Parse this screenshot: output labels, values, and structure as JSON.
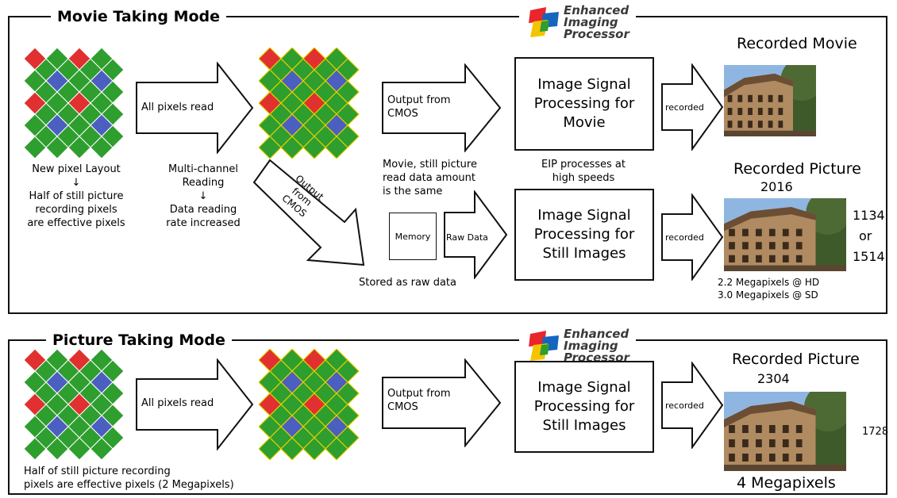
{
  "movie": {
    "title": "Movie Taking Mode",
    "logo": {
      "line1": "Enhanced",
      "line2": "Imaging",
      "line3": "Processor"
    },
    "sensor_caption": [
      "New pixel Layout",
      "↓",
      "Half of still picture",
      "recording pixels",
      "are effective pixels"
    ],
    "all_pixels_read": "All pixels read",
    "multichannel_caption": [
      "Multi-channel",
      "Reading",
      "↓",
      "Data reading",
      "rate increased"
    ],
    "output_from_cmos_top": [
      "Output from",
      "CMOS"
    ],
    "output_from_cmos_diag": [
      "Output",
      "from",
      "CMOS"
    ],
    "same_data_caption": [
      "Movie, still picture",
      "read data amount",
      "is the same"
    ],
    "isp_movie": [
      "Image Signal",
      "Processing for",
      "Movie"
    ],
    "isp_still": [
      "Image Signal",
      "Processing for",
      "Still Images"
    ],
    "eip_caption": [
      "EIP processes at",
      "high speeds"
    ],
    "recorded_label": "recorded",
    "memory_label": "Memory",
    "raw_data_label": "Raw Data",
    "stored_caption": "Stored as raw data",
    "recorded_movie_heading": "Recorded Movie",
    "recorded_picture_heading": "Recorded Picture",
    "picture_width": "2016",
    "picture_height_a": "1134",
    "picture_or": "or",
    "picture_height_b": "1514",
    "megapixel_notes": [
      "2.2 Megapixels @ HD",
      "3.0 Megapixels @ SD"
    ]
  },
  "picture": {
    "title": "Picture Taking Mode",
    "logo": {
      "line1": "Enhanced",
      "line2": "Imaging",
      "line3": "Processor"
    },
    "all_pixels_read": "All pixels read",
    "output_from_cmos": [
      "Output from",
      "CMOS"
    ],
    "isp_still": [
      "Image Signal",
      "Processing for",
      "Still Images"
    ],
    "recorded_label": "recorded",
    "recorded_picture_heading": "Recorded Picture",
    "picture_width": "2304",
    "picture_height": "1728",
    "megapixels": "4 Megapixels",
    "sensor_caption": [
      "Half of still picture recording",
      "pixels are effective pixels (2 Megapixels)"
    ]
  },
  "colors": {
    "green_pixel": "#2e9e2e",
    "red_pixel": "#e03030",
    "blue_pixel": "#4a5fc0",
    "border": "#111111"
  }
}
